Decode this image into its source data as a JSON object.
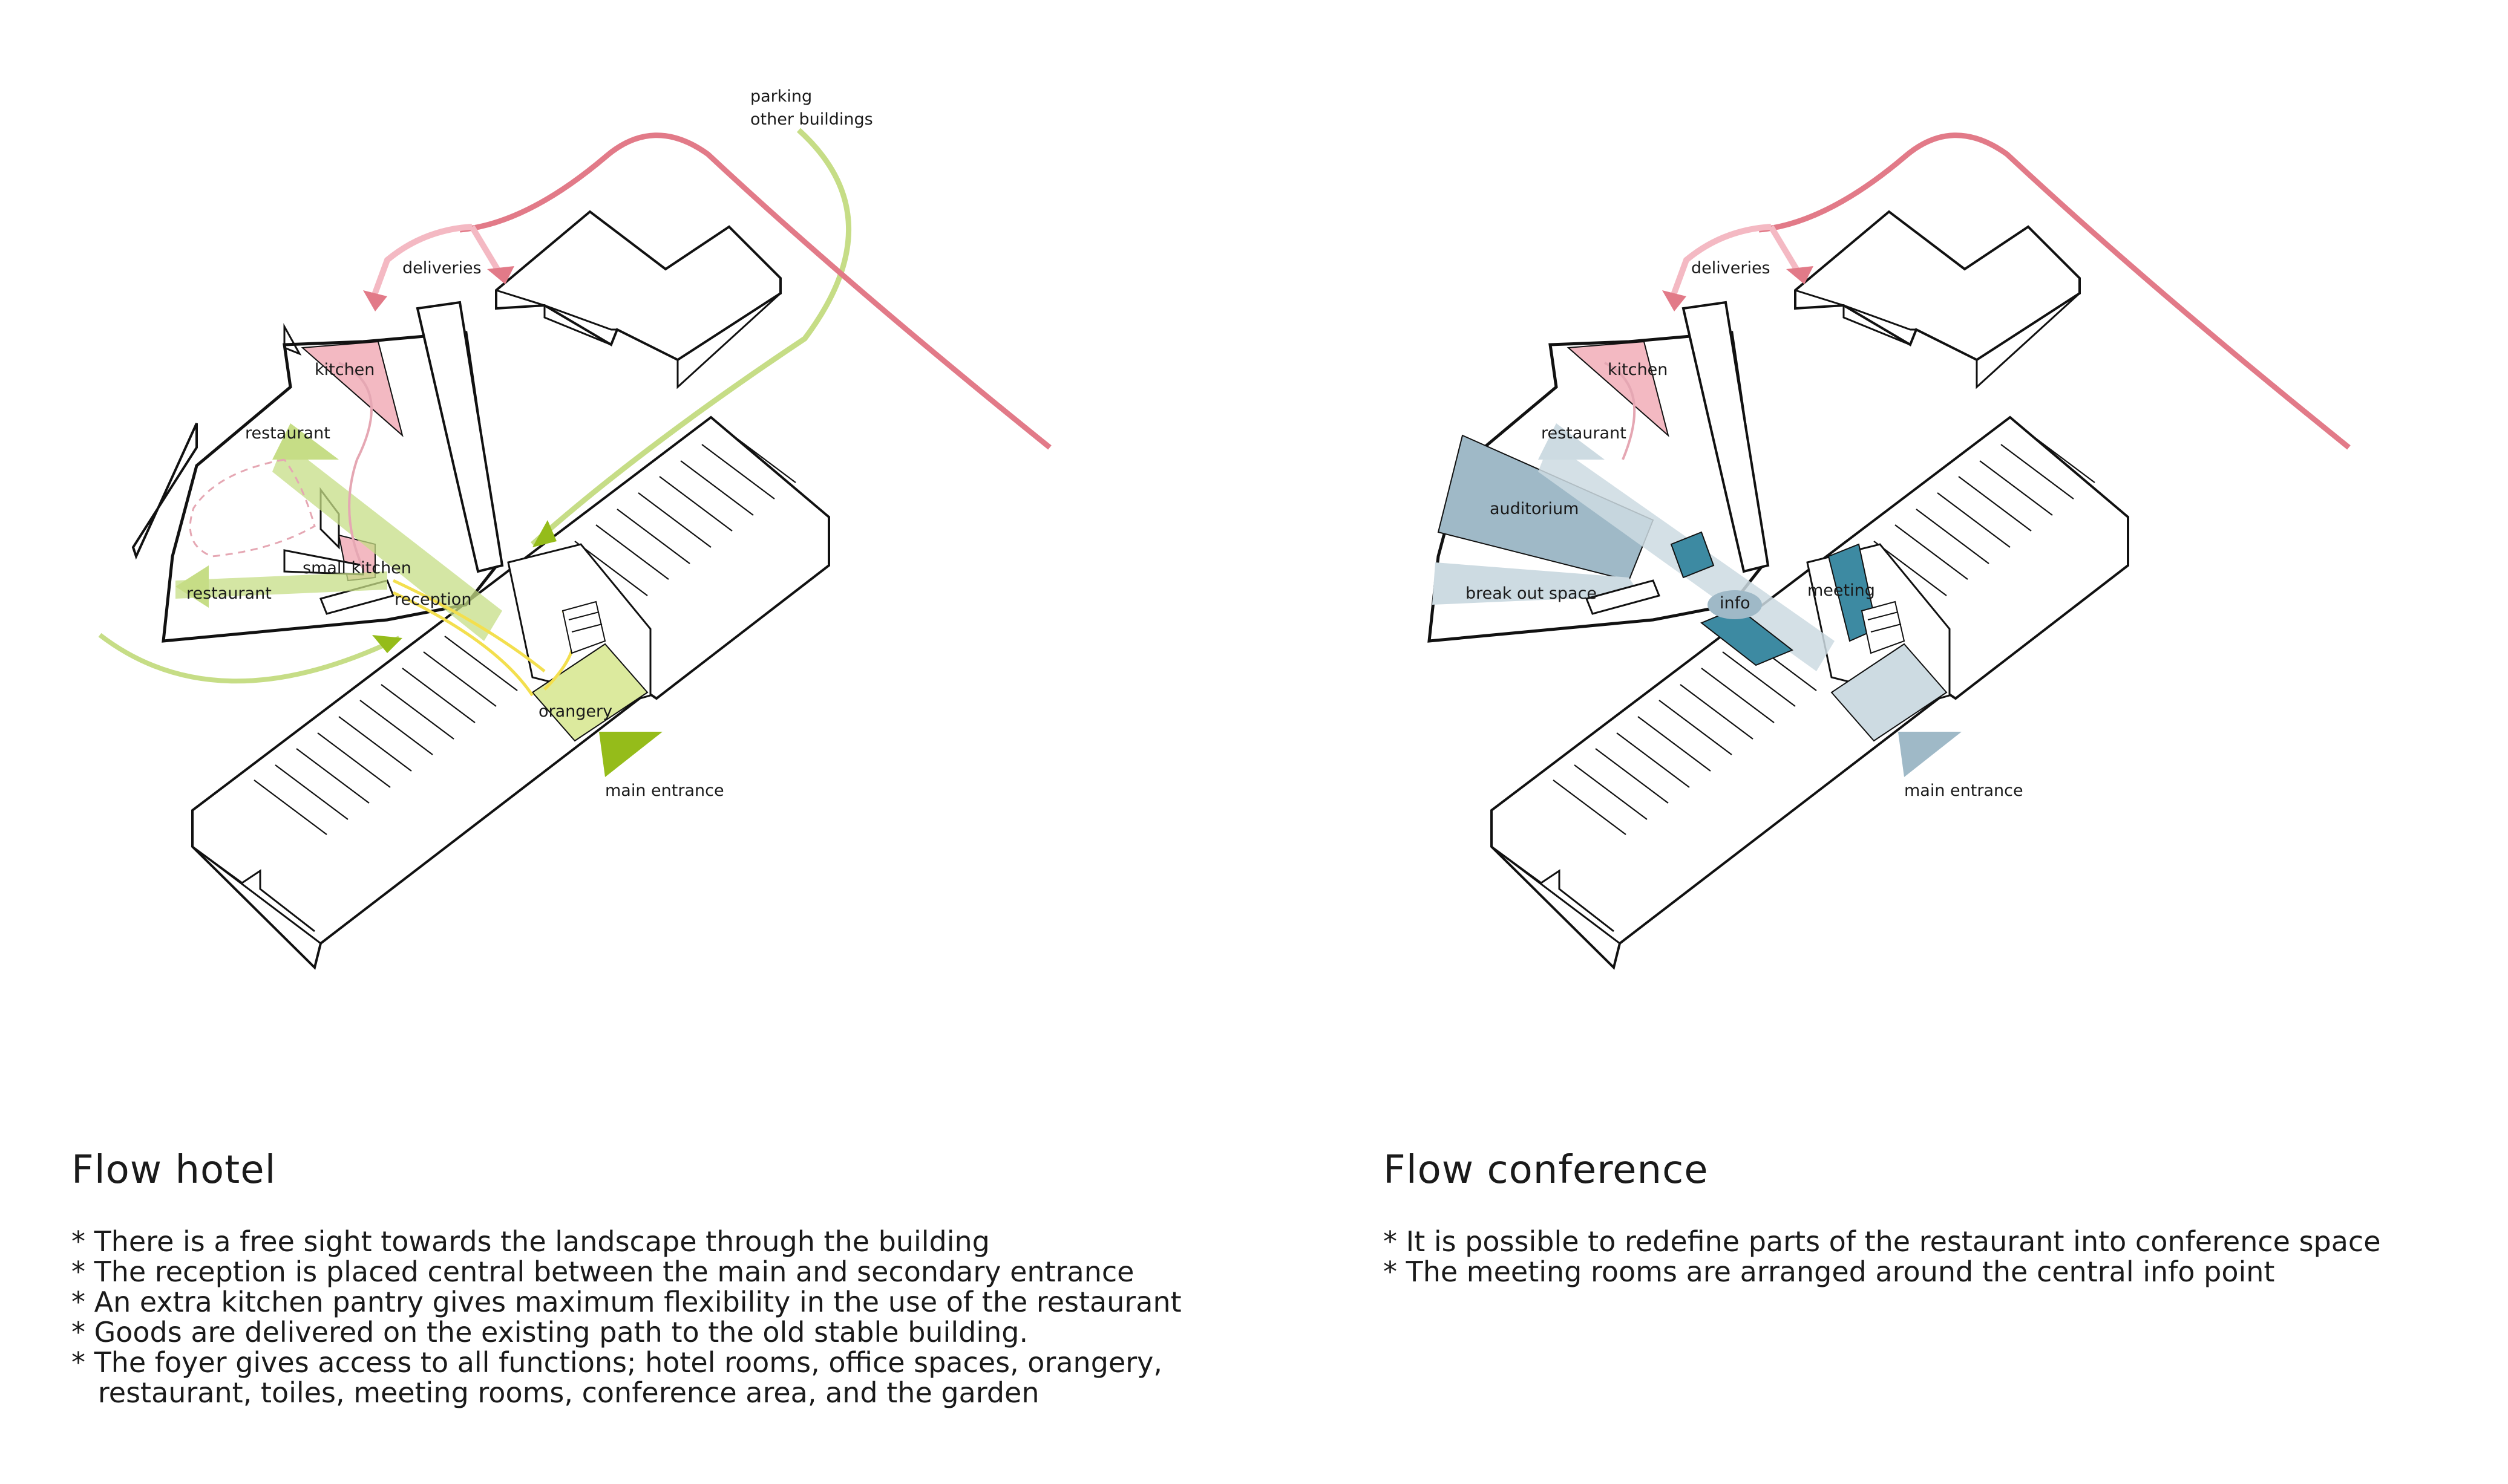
{
  "hotel": {
    "title": "Flow hotel",
    "labels": {
      "parking_line1": "parking",
      "parking_line2": "other buildings",
      "deliveries": "deliveries",
      "kitchen": "kitchen",
      "restaurant_top": "restaurant",
      "small_kitchen": "small kitchen",
      "restaurant_bottom": "restaurant",
      "reception": "reception",
      "orangery": "orangery",
      "main_entrance": "main entrance"
    },
    "bullets": [
      "* There is a free sight towards the landscape through the building",
      "* The reception is placed central between the main and secondary entrance",
      "* An extra kitchen pantry gives maximum flexibility in the use of the restaurant",
      "* Goods are delivered on the existing path to the old stable building.",
      "* The foyer gives access to all functions; hotel rooms, office spaces, orangery,",
      "   restaurant, toiles, meeting rooms, conference area, and the garden"
    ]
  },
  "conference": {
    "title": "Flow conference",
    "labels": {
      "deliveries": "deliveries",
      "kitchen": "kitchen",
      "restaurant": "restaurant",
      "auditorium": "auditorium",
      "break_out_space": "break out space",
      "info": "info",
      "meeting": "meeting",
      "main_entrance": "main entrance"
    },
    "bullets": [
      "* It is possible to redefine parts of the restaurant into conference space",
      "* The meeting rooms are arranged around the central info point"
    ]
  },
  "colors": {
    "delivery_route": "#e27a88",
    "kitchen_fill": "#f3b9c2",
    "green_route": "#c6dd86",
    "green_arrow": "#95bc1a",
    "green_zone": "#dcea9e",
    "yellow_path": "#f3df4e",
    "blue_zone": "#9fb9c7",
    "blue_light": "#cddbe2",
    "teal_block": "#3d8aa2",
    "line": "#111111"
  }
}
